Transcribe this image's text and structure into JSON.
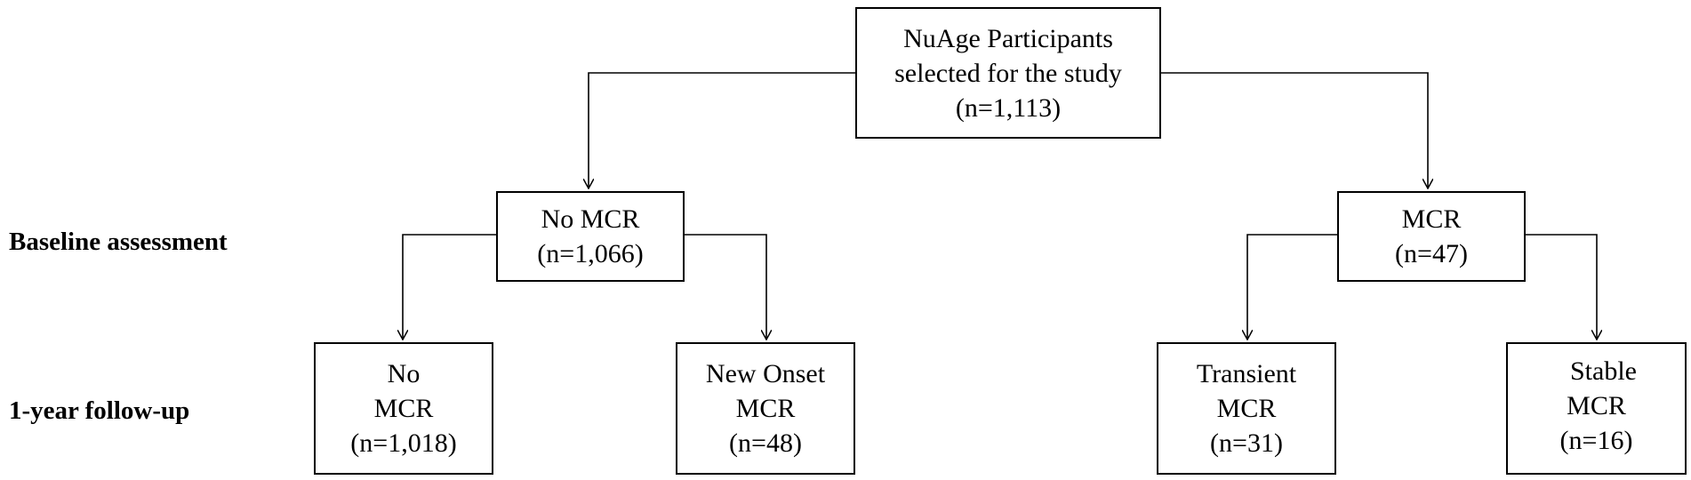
{
  "row_labels": {
    "baseline": "Baseline assessment",
    "followup": "1-year follow-up"
  },
  "boxes": {
    "root": {
      "line1": "NuAge Participants",
      "line2": "selected for the study",
      "line3": "(n=1,113)"
    },
    "no_mcr_baseline": {
      "line1": "No MCR",
      "line2": "(n=1,066)"
    },
    "mcr_baseline": {
      "line1": "MCR",
      "line2": "(n=47)"
    },
    "no_mcr_followup": {
      "line1": "No",
      "line2": "MCR",
      "line3": "(n=1,018)"
    },
    "new_onset": {
      "line1": "New Onset",
      "line2": "MCR",
      "line3": "(n=48)"
    },
    "transient": {
      "line1": "Transient",
      "line2": "MCR",
      "line3": "(n=31)"
    },
    "stable": {
      "line1": "Stable",
      "line2": "MCR",
      "line3": "(n=16)"
    }
  },
  "colors": {
    "line": "#000000",
    "box_fill": "#ffffff",
    "text": "#000000"
  }
}
